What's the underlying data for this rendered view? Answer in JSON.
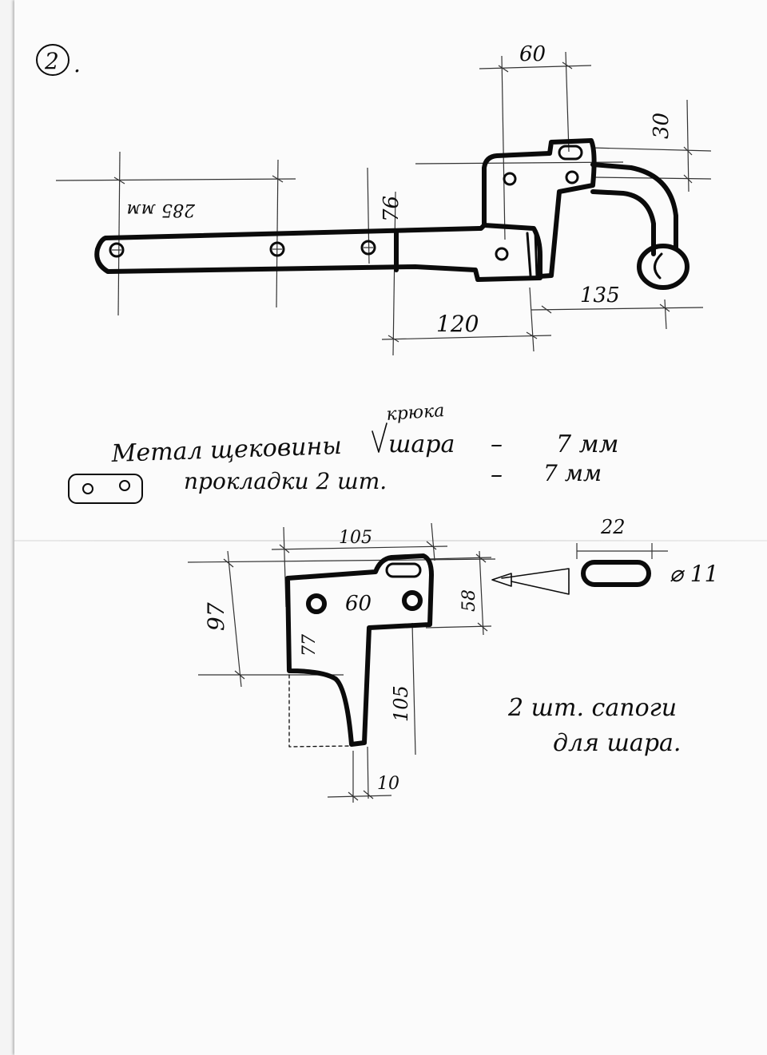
{
  "sheet": {
    "page_number": "2",
    "page_number_dot": "."
  },
  "top_drawing": {
    "dim_length": "285 мм",
    "dim_height": "76",
    "dim_top_width": "60",
    "dim_top_height": "30",
    "dim_bottom_left": "120",
    "dim_bottom_right": "135"
  },
  "notes": {
    "line1_prefix": "Метал щековины",
    "line1_insert": "крюка",
    "line1_word": "шара",
    "line1_dash": "–",
    "line1_value": "7 мм",
    "line2_text": "прокладки 2 шт.",
    "line2_dash": "–",
    "line2_value": "7 мм"
  },
  "bottom_drawing": {
    "dim_width": "105",
    "dim_height_left": "97",
    "dim_hole_spacing": "60",
    "dim_right_height": "58",
    "dim_inner_height": "77",
    "dim_leg_height": "105",
    "dim_leg_width": "10",
    "slot_length": "22",
    "slot_diameter": "⌀ 11"
  },
  "side_note": {
    "line1": "2 шт. сапоги",
    "line2": "для шара."
  }
}
